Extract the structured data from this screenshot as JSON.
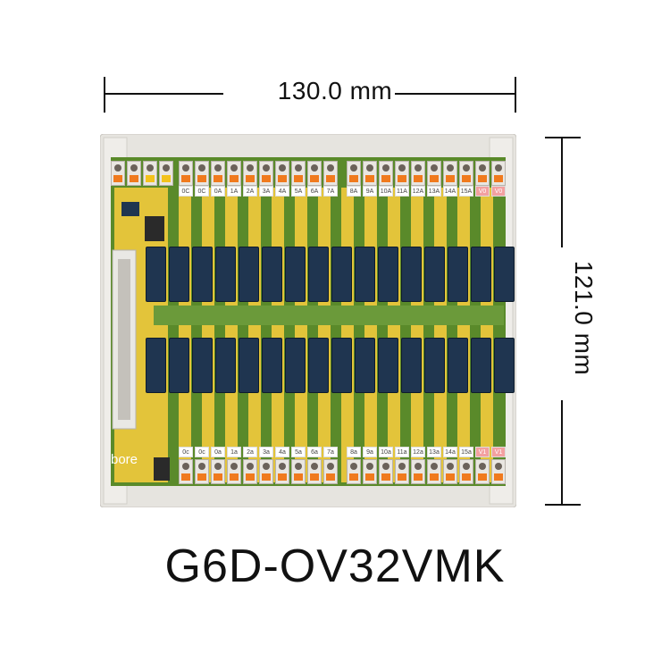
{
  "dimensions": {
    "width_label": "130.0 mm",
    "height_label": "121.0 mm"
  },
  "product": {
    "title": "G6D-OV32VMK",
    "brand": "bore"
  },
  "terminals": {
    "top_labels_left": [
      "0C",
      "0C",
      "0A",
      "1A",
      "2A",
      "3A",
      "4A",
      "5A",
      "6A",
      "7A"
    ],
    "top_labels_right": [
      "8A",
      "9A",
      "10A",
      "11A",
      "12A",
      "13A",
      "14A",
      "15A",
      "V0",
      "V0"
    ],
    "bottom_labels_left": [
      "0c",
      "0c",
      "0a",
      "1a",
      "2a",
      "3a",
      "4a",
      "5a",
      "6a",
      "7a"
    ],
    "bottom_labels_right": [
      "8a",
      "9a",
      "10a",
      "11a",
      "12a",
      "13a",
      "14a",
      "15a",
      "V1",
      "V1"
    ]
  },
  "colors": {
    "pcb_green": "#5a8a2a",
    "pcb_yellow": "#e3c43a",
    "relay_blue": "#1f3550",
    "terminal_orange": "#f07a1e",
    "rail_gray": "#e6e4df"
  }
}
